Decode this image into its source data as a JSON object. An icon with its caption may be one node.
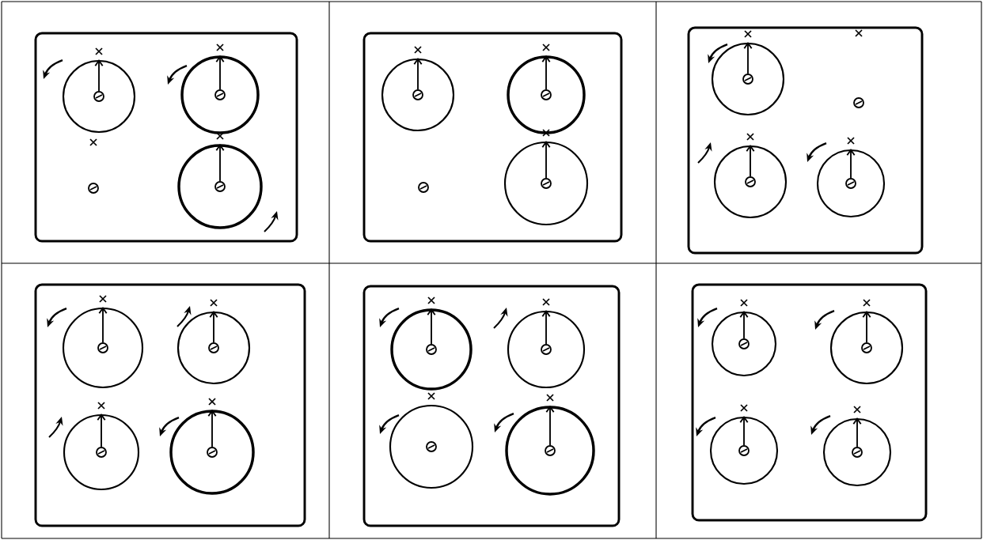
{
  "diagram": {
    "nodes": [
      {
        "text": [],
        "shape": "box"
      },
      {
        "text": [],
        "shape": "circle",
        "in": 0
      },
      {
        "text": [],
        "shape": "circle",
        "in": 0
      },
      {
        "text": [],
        "shape": "circle",
        "in": 0
      },
      {
        "text": [],
        "shape": "box"
      },
      {
        "text": [],
        "shape": "circle",
        "in": 4
      },
      {
        "text": [],
        "shape": "circle",
        "in": 4
      },
      {
        "text": [],
        "shape": "circle",
        "in": 4
      },
      {
        "text": [],
        "shape": "box"
      },
      {
        "text": [],
        "shape": "circle",
        "in": 8
      },
      {
        "text": [],
        "shape": "circle",
        "in": 8
      },
      {
        "text": [],
        "shape": "circle",
        "in": 8
      },
      {
        "text": [],
        "shape": "box"
      },
      {
        "text": [],
        "shape": "circle",
        "in": 12
      },
      {
        "text": [],
        "shape": "circle",
        "in": 12
      },
      {
        "text": [],
        "shape": "circle",
        "in": 12
      },
      {
        "text": [],
        "shape": "circle",
        "in": 12
      },
      {
        "text": [],
        "shape": "box"
      },
      {
        "text": [],
        "shape": "circle",
        "in": 17
      },
      {
        "text": [],
        "shape": "circle",
        "in": 17
      },
      {
        "text": [],
        "shape": "circle",
        "in": 17
      },
      {
        "text": [],
        "shape": "circle",
        "in": 17
      },
      {
        "text": [],
        "shape": "box"
      },
      {
        "text": [],
        "shape": "circle",
        "in": 22
      },
      {
        "text": [],
        "shape": "circle",
        "in": 22
      },
      {
        "text": [],
        "shape": "circle",
        "in": 22
      },
      {
        "text": [],
        "shape": "circle",
        "in": 22
      }
    ]
  }
}
